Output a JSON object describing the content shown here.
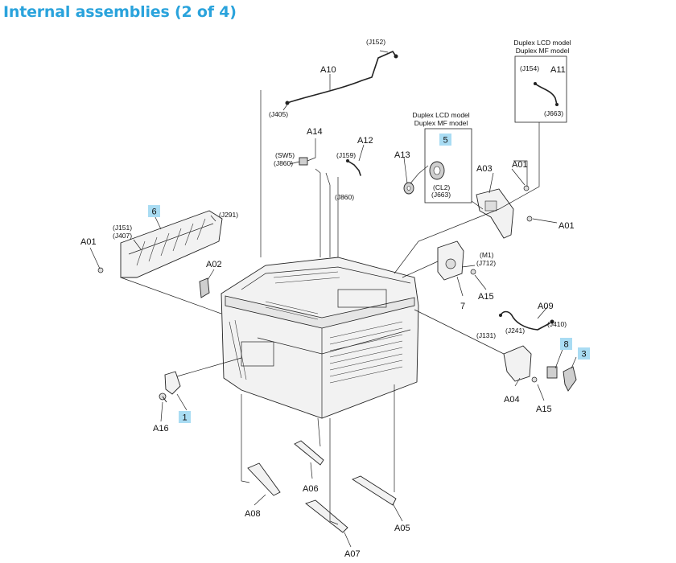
{
  "title": "Internal assemblies (2 of 4)",
  "callouts": [
    "5",
    "6",
    "1",
    "8",
    "3"
  ],
  "labels": {
    "a10": "A10",
    "a11": "A11",
    "a12": "A12",
    "a13": "A13",
    "a14": "A14",
    "a15a": "A15",
    "a15b": "A15",
    "a16": "A16",
    "a01a": "A01",
    "a01b": "A01",
    "a01c": "A01",
    "a02": "A02",
    "a03": "A03",
    "a04": "A04",
    "a05": "A05",
    "a06": "A06",
    "a07": "A07",
    "a08": "A08",
    "a09": "A09",
    "seven": "7"
  },
  "connectors": {
    "j152": "(J152)",
    "j405": "(J405)",
    "j154": "(J154)",
    "j663a": "(J663)",
    "sw5": "(SW5)",
    "j860a": "(J860)",
    "j159": "(J159)",
    "j860b": "(J860)",
    "cl2": "(CL2)",
    "j663b": "(J663)",
    "j151": "(J151)",
    "j407": "(J407)",
    "j291": "(J291)",
    "m1": "(M1)",
    "j712": "(J712)",
    "j410": "(J410)",
    "j241": "(J241)",
    "j131": "(J131)"
  },
  "notes": {
    "box_top_1": "Duplex LCD model",
    "box_top_2": "Duplex MF model",
    "box_mid_1": "Duplex LCD model",
    "box_mid_2": "Duplex MF model"
  },
  "colors": {
    "title": "#2aa3dc",
    "callout_fill": "#a9dcf3",
    "line": "#222222"
  }
}
